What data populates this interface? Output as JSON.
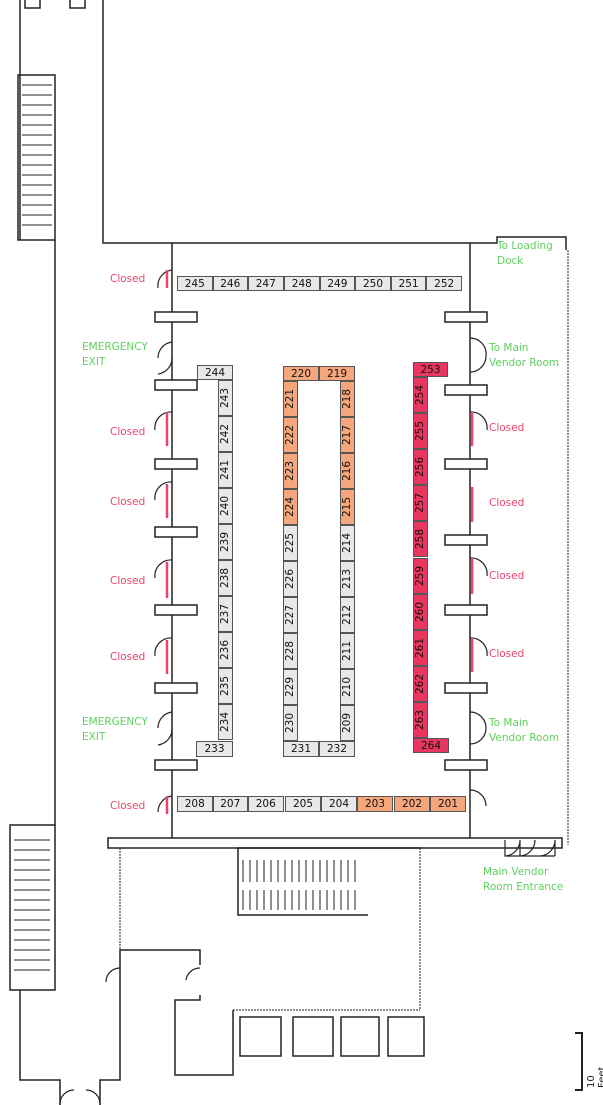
{
  "colors": {
    "available": "#e6e8ea",
    "orange": "#f4a77c",
    "red": "#e8365f",
    "closed": "#e8456b",
    "exit": "#5fcf5f"
  },
  "booths": [
    {
      "id": "245",
      "status": "available"
    },
    {
      "id": "246",
      "status": "available"
    },
    {
      "id": "247",
      "status": "available"
    },
    {
      "id": "248",
      "status": "available"
    },
    {
      "id": "249",
      "status": "available"
    },
    {
      "id": "250",
      "status": "available"
    },
    {
      "id": "251",
      "status": "available"
    },
    {
      "id": "252",
      "status": "available"
    },
    {
      "id": "244",
      "status": "available"
    },
    {
      "id": "243",
      "status": "available"
    },
    {
      "id": "242",
      "status": "available"
    },
    {
      "id": "241",
      "status": "available"
    },
    {
      "id": "240",
      "status": "available"
    },
    {
      "id": "239",
      "status": "available"
    },
    {
      "id": "238",
      "status": "available"
    },
    {
      "id": "237",
      "status": "available"
    },
    {
      "id": "236",
      "status": "available"
    },
    {
      "id": "235",
      "status": "available"
    },
    {
      "id": "234",
      "status": "available"
    },
    {
      "id": "233",
      "status": "available"
    },
    {
      "id": "220",
      "status": "orange"
    },
    {
      "id": "219",
      "status": "orange"
    },
    {
      "id": "221",
      "status": "orange"
    },
    {
      "id": "222",
      "status": "orange"
    },
    {
      "id": "223",
      "status": "orange"
    },
    {
      "id": "224",
      "status": "orange"
    },
    {
      "id": "225",
      "status": "available"
    },
    {
      "id": "226",
      "status": "available"
    },
    {
      "id": "227",
      "status": "available"
    },
    {
      "id": "228",
      "status": "available"
    },
    {
      "id": "229",
      "status": "available"
    },
    {
      "id": "230",
      "status": "available"
    },
    {
      "id": "218",
      "status": "orange"
    },
    {
      "id": "217",
      "status": "orange"
    },
    {
      "id": "216",
      "status": "orange"
    },
    {
      "id": "215",
      "status": "orange"
    },
    {
      "id": "214",
      "status": "available"
    },
    {
      "id": "213",
      "status": "available"
    },
    {
      "id": "212",
      "status": "available"
    },
    {
      "id": "211",
      "status": "available"
    },
    {
      "id": "210",
      "status": "available"
    },
    {
      "id": "209",
      "status": "available"
    },
    {
      "id": "231",
      "status": "available"
    },
    {
      "id": "232",
      "status": "available"
    },
    {
      "id": "253",
      "status": "red"
    },
    {
      "id": "254",
      "status": "red"
    },
    {
      "id": "255",
      "status": "red"
    },
    {
      "id": "256",
      "status": "red"
    },
    {
      "id": "257",
      "status": "red"
    },
    {
      "id": "258",
      "status": "red"
    },
    {
      "id": "259",
      "status": "red"
    },
    {
      "id": "260",
      "status": "red"
    },
    {
      "id": "261",
      "status": "red"
    },
    {
      "id": "262",
      "status": "red"
    },
    {
      "id": "263",
      "status": "red"
    },
    {
      "id": "264",
      "status": "red"
    },
    {
      "id": "208",
      "status": "available"
    },
    {
      "id": "207",
      "status": "available"
    },
    {
      "id": "206",
      "status": "available"
    },
    {
      "id": "205",
      "status": "available"
    },
    {
      "id": "204",
      "status": "available"
    },
    {
      "id": "203",
      "status": "orange"
    },
    {
      "id": "202",
      "status": "orange"
    },
    {
      "id": "201",
      "status": "orange"
    }
  ],
  "labels": {
    "closed": "Closed",
    "emergency_exit_1": "EMERGENCY",
    "emergency_exit_2": "EXIT",
    "loading_dock_1": "To Loading",
    "loading_dock_2": "Dock",
    "main_vendor_1": "To Main",
    "main_vendor_2": "Vendor Room",
    "entrance_1": "Main Vendor",
    "entrance_2": "Room Entrance",
    "scale": "10 Feet"
  }
}
